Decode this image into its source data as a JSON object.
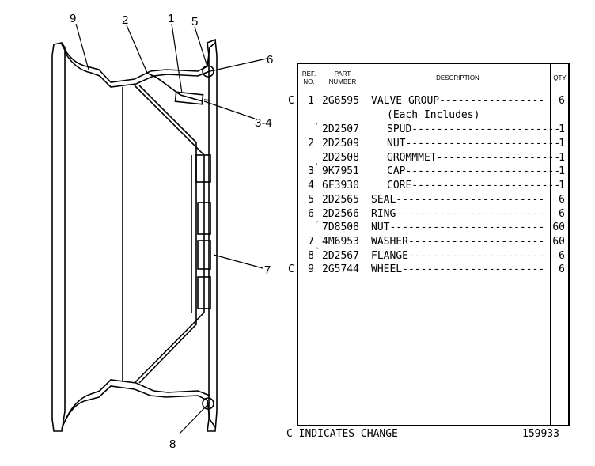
{
  "diagram": {
    "callouts": [
      "9",
      "2",
      "1",
      "5",
      "6",
      "3-4",
      "7",
      "8"
    ]
  },
  "table": {
    "headers": {
      "ref": "REF.\nNO.",
      "part": "PART\nNUMBER",
      "desc": "DESCRIPTION",
      "qty": "QTY"
    },
    "rows": [
      {
        "mark": "C",
        "ref": "1",
        "part": "2G6595",
        "desc": "VALVE GROUP--------------------------------",
        "qty": "6"
      },
      {
        "mark": "",
        "ref": "",
        "part": "",
        "desc": "(Each Includes)",
        "qty": ""
      },
      {
        "mark": "",
        "ref": "",
        "part": "2D2507",
        "desc": "SPUD-------------------------------",
        "qty": "1"
      },
      {
        "mark": "",
        "ref": "2",
        "part": "2D2509",
        "desc": "NUT--------------------------------",
        "qty": "1"
      },
      {
        "mark": "",
        "ref": "",
        "part": "2D2508",
        "desc": "GROMMMET------------------------",
        "qty": "1"
      },
      {
        "mark": "",
        "ref": "3",
        "part": "9K7951",
        "desc": "CAP--------------------------------",
        "qty": "1"
      },
      {
        "mark": "",
        "ref": "4",
        "part": "6F3930",
        "desc": "CORE-------------------------------",
        "qty": "1"
      },
      {
        "mark": "",
        "ref": "5",
        "part": "2D2565",
        "desc": "SEAL-----------------------------------",
        "qty": "6"
      },
      {
        "mark": "",
        "ref": "6",
        "part": "2D2566",
        "desc": "RING-----------------------------------",
        "qty": "6"
      },
      {
        "mark": "",
        "ref": "",
        "part": "7D8508",
        "desc": "NUT-------------------------------------",
        "qty": "60"
      },
      {
        "mark": "",
        "ref": "7",
        "part": "4M6953",
        "desc": "WASHER----------------------------------",
        "qty": "60"
      },
      {
        "mark": "",
        "ref": "8",
        "part": "2D2567",
        "desc": "FLANGE----------------------------------",
        "qty": "6"
      },
      {
        "mark": "C",
        "ref": "9",
        "part": "2G5744",
        "desc": "WHEEL-----------------------------------",
        "qty": "6"
      }
    ]
  },
  "footer": {
    "left": "C INDICATES CHANGE",
    "right": "159933"
  }
}
